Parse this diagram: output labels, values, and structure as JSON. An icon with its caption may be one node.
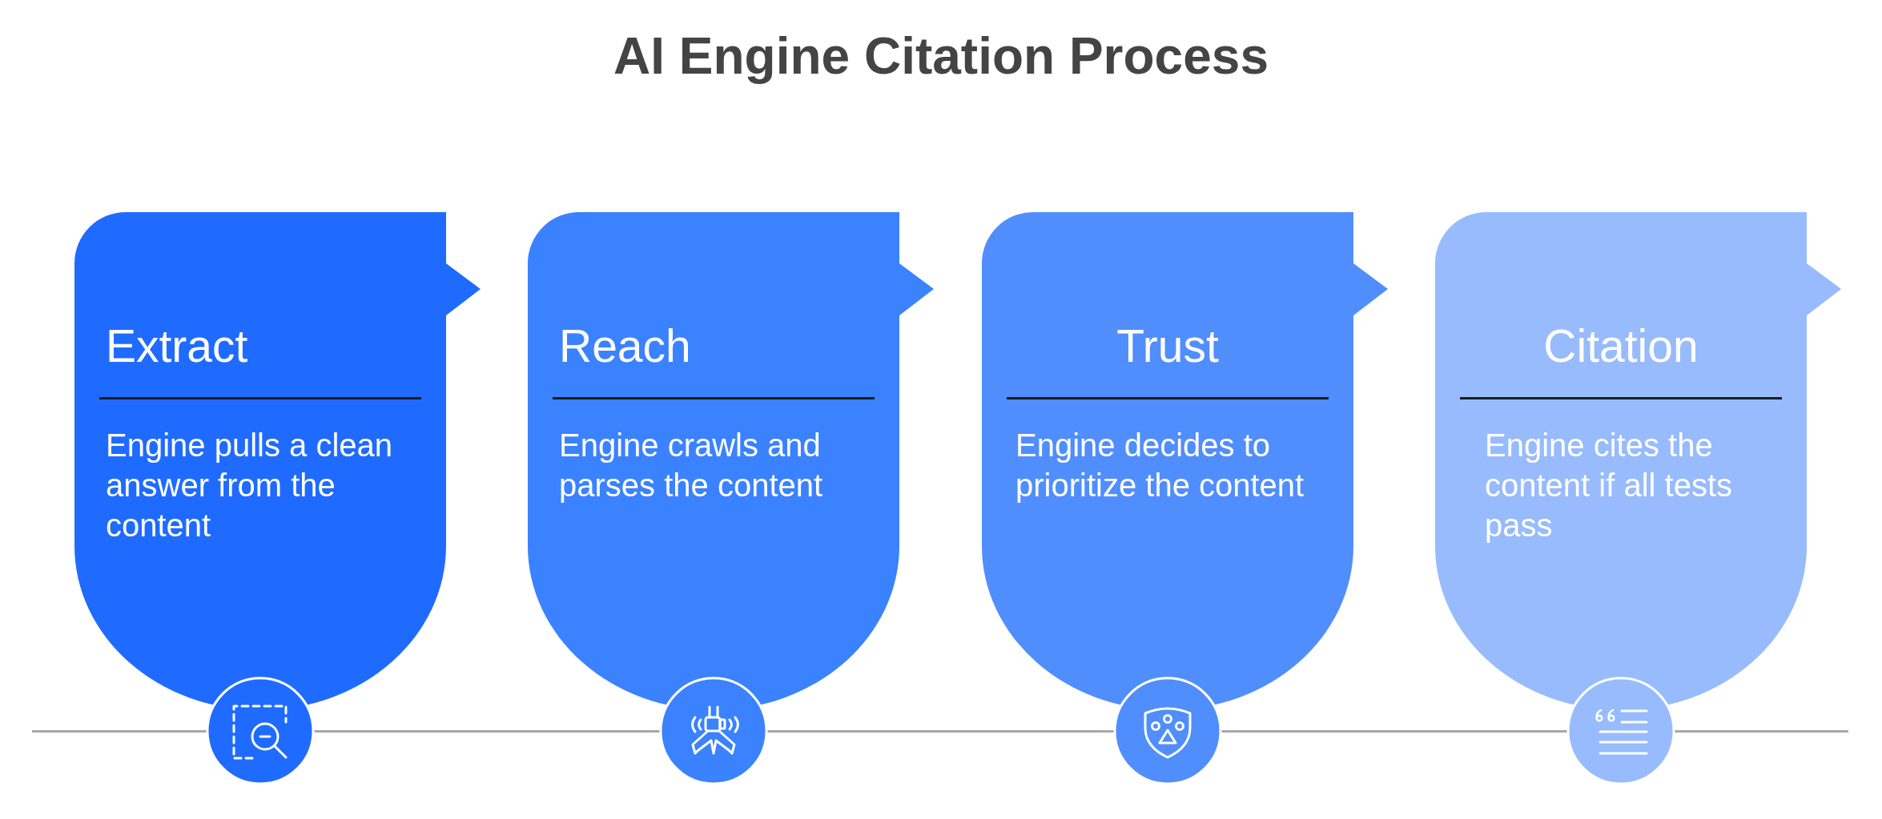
{
  "diagram": {
    "title": "AI Engine Citation Process",
    "nodes": [
      {
        "text": [
          "Extract",
          "Engine pulls a clean answer from the content"
        ]
      },
      {
        "text": [
          "Reach",
          "Engine crawls and parses the content"
        ]
      },
      {
        "text": [
          "Trust",
          "Engine decides to prioritize the content"
        ]
      },
      {
        "text": [
          "Citation",
          "Engine cites the content if all tests pass"
        ]
      }
    ]
  }
}
